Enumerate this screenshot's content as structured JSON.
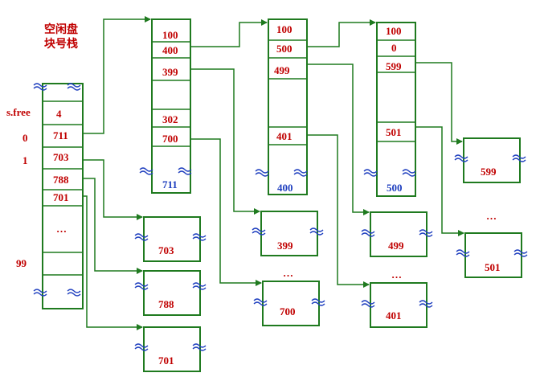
{
  "title_line1": "空闲盘",
  "title_line2": "块号栈",
  "side_labels": {
    "sfree": "s.free",
    "idx0": "0",
    "idx1": "1",
    "idx99": "99"
  },
  "stack": {
    "cells": [
      "4",
      "711",
      "703",
      "788",
      "701",
      "…"
    ]
  },
  "block_711": {
    "cells": [
      "100",
      "400",
      "399",
      "302",
      "700"
    ],
    "name": "711"
  },
  "block_400": {
    "cells": [
      "100",
      "500",
      "499",
      "401"
    ],
    "name": "400"
  },
  "block_500": {
    "cells": [
      "100",
      "0",
      "599",
      "501"
    ],
    "name": "500"
  },
  "data_blocks": {
    "b703": "703",
    "b788": "788",
    "b701": "701",
    "b399": "399",
    "b700": "700",
    "b499": "499",
    "b401": "401",
    "b599": "599",
    "b501": "501"
  },
  "ellipsis": "…",
  "colors": {
    "line": "#1f7a1f",
    "text_red": "#c00000",
    "text_blue": "#1f3fbf"
  }
}
